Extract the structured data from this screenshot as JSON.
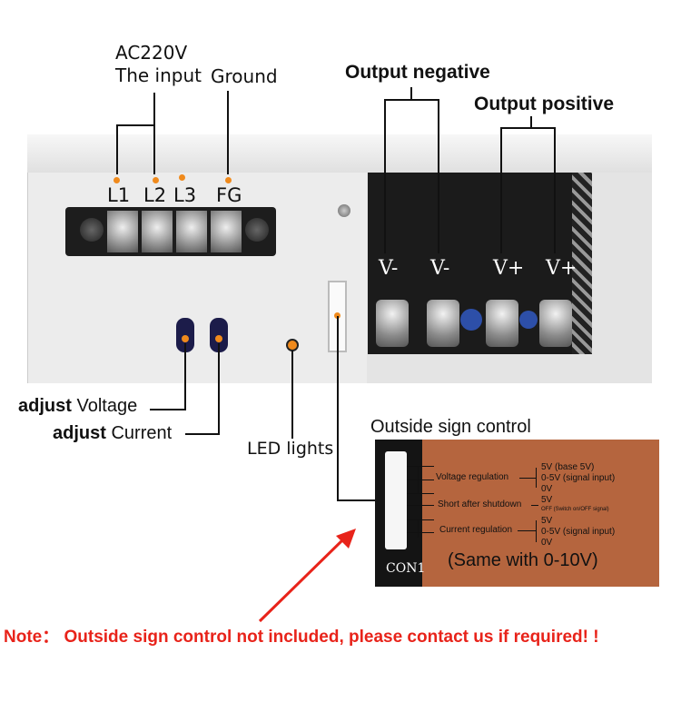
{
  "top_labels": {
    "ac_line1": "AC220V",
    "ac_line2": "The input",
    "ground": "Ground",
    "output_negative": "Output negative",
    "output_positive": "Output positive"
  },
  "terminals": {
    "input": [
      "L1",
      "L2",
      "L3",
      "FG"
    ],
    "output": [
      "V-",
      "V-",
      "V+",
      "V+"
    ]
  },
  "callouts": {
    "adjust_voltage_bold": "adjust",
    "adjust_voltage_rest": "Voltage",
    "adjust_current_bold": "adjust",
    "adjust_current_rest": "Current",
    "led": "LED lights"
  },
  "control_panel": {
    "title": "Outside sign control",
    "connector_label": "CON1",
    "groups": [
      {
        "name": "Voltage regulation",
        "options": [
          "5V (base 5V)",
          "0-5V (signal input)",
          "0V"
        ]
      },
      {
        "name": "Short after shutdown",
        "options": [
          "5V",
          "OFF (Switch on/OFF signal)"
        ]
      },
      {
        "name": "Current regulation",
        "options": [
          "5V",
          "0-5V (signal input)",
          "0V"
        ]
      }
    ],
    "footer": "(Same with 0-10V)"
  },
  "note": "Note： Outside sign control not included, please contact us if required! !",
  "colors": {
    "note_red": "#e8231a",
    "panel_brown": "#b5653e",
    "chassis": "#ebebeb",
    "dot_orange": "#f08a1c"
  }
}
